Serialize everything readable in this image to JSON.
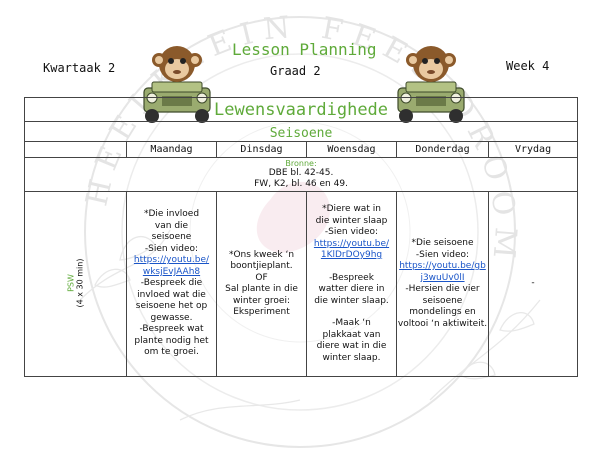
{
  "header": {
    "term": "Kwartaak 2",
    "title": "Lesson Planning",
    "grade": "Graad 2",
    "week": "Week 4"
  },
  "watermark": {
    "ring_text": "HEELKLEIN FEES DROOM"
  },
  "table": {
    "title": "Lewensvaardighede",
    "subtitle": "Seisoene",
    "days": [
      "Maandag",
      "Dinsdag",
      "Woensdag",
      "Donderdag",
      "Vrydag"
    ],
    "resources": {
      "label": "Bronne:",
      "line1": "DBE bl. 42-45.",
      "line2": "FW, K2, bl. 46 en 49."
    },
    "subject": {
      "name": "PSW",
      "duration": "(4 x 30 min)"
    },
    "monday": {
      "l1": "*Die invloed",
      "l2": "van die",
      "l3": "seisoene",
      "l4": "-Sien video:",
      "link1": "https://youtu.be/",
      "link2": "wksjEvJAAh8",
      "l5": "-Bespreek die",
      "l6": "invloed wat die",
      "l7": "seisoene het op",
      "l8": "gewasse.",
      "l9": "-Bespreek wat",
      "l10": "plante nodig het",
      "l11": "om te groei."
    },
    "tuesday": {
      "l1": "*Ons kweek ‘n",
      "l2": "boontjieplant.",
      "l3": "OF",
      "l4": "Sal plante in die",
      "l5": "winter groei:",
      "l6": "Eksperiment"
    },
    "wednesday": {
      "l1": "*Diere wat in",
      "l2": "die winter slaap",
      "l3": "-Sien video:",
      "link1": "https://youtu.be/",
      "link2": "1KlDrDOy9hg",
      "l4": "-Bespreek",
      "l5": "watter diere in",
      "l6": "die winter slaap.",
      "l7": "-Maak ‘n",
      "l8": "plakkaat van",
      "l9": "diere wat in die",
      "l10": "winter slaap."
    },
    "thursday": {
      "l1": "*Die seisoene",
      "l2": "-Sien video:",
      "link1": "https://youtu.be/gb",
      "link2": "j3wuUv0lI",
      "l3": "-Hersien die vier",
      "l4": "seisoene",
      "l5": "mondelings en",
      "l6": "voltooi ‘n aktiwiteit."
    },
    "friday": {
      "l1": "-"
    }
  }
}
